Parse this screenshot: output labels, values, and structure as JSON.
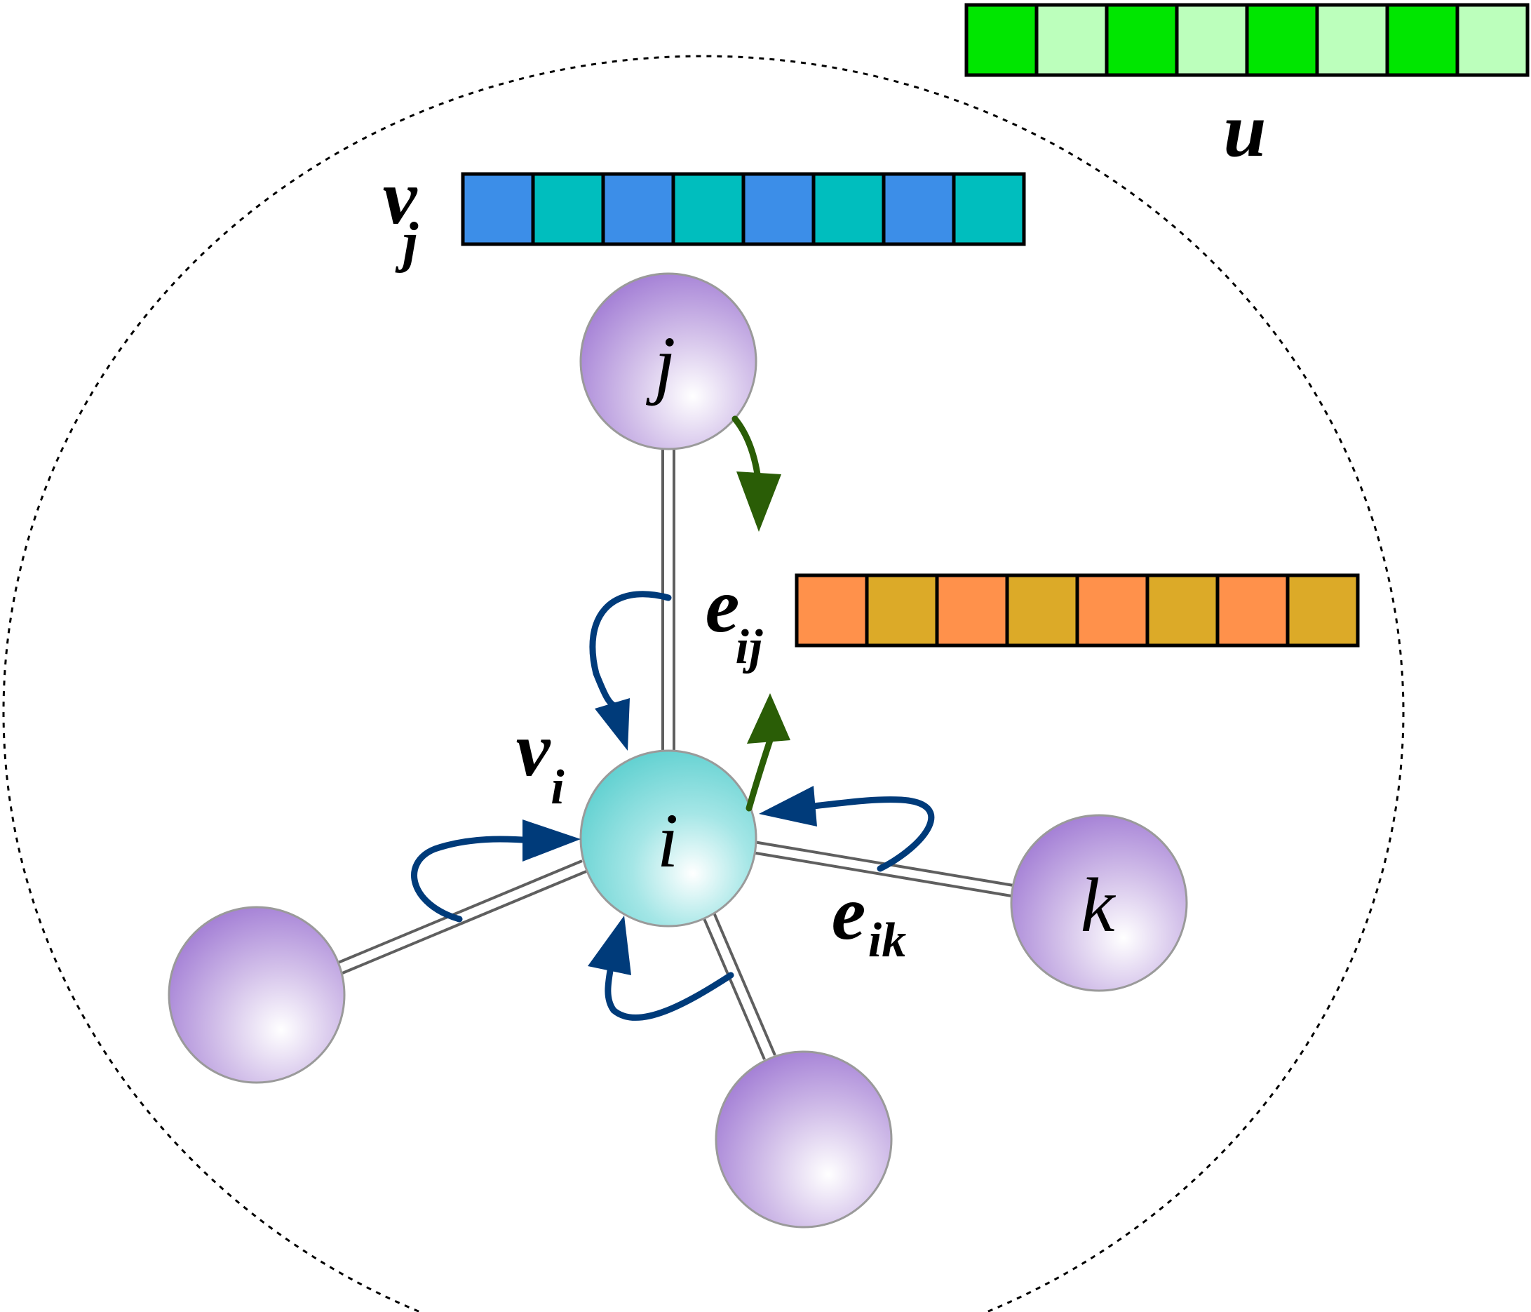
{
  "labels": {
    "u": "u",
    "v_j": {
      "base": "v",
      "sub": "j"
    },
    "v_i": {
      "base": "v",
      "sub": "i"
    },
    "e_ij": {
      "base": "e",
      "sub": "ij"
    },
    "e_ik": {
      "base": "e",
      "sub": "ik"
    }
  },
  "nodes": {
    "i": "i",
    "j": "j",
    "k": "k"
  },
  "vectors": {
    "u": {
      "cells": 8,
      "colors": [
        "#00e600",
        "#bcffbc"
      ]
    },
    "v_j": {
      "cells": 8,
      "colors": [
        "#3c8ee8",
        "#00bebe"
      ]
    },
    "e_ij": {
      "cells": 8,
      "colors": [
        "#ff914b",
        "#dcaa28"
      ]
    }
  },
  "colors": {
    "node_purple_light": "#ffffff",
    "node_purple": "#a07ad4",
    "node_teal": "#5ccfcf",
    "arrow_blue": "#003b7a",
    "arrow_green": "#2a5d06",
    "edge": "#5f5f5f"
  }
}
